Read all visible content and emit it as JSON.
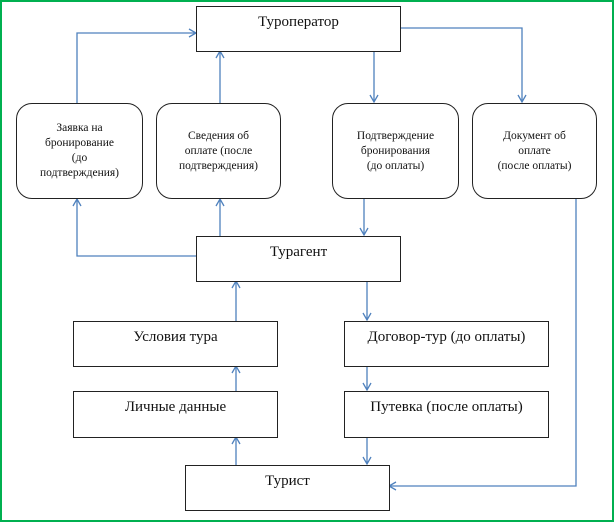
{
  "diagram": {
    "title": "",
    "colors": {
      "frame": "#00b050",
      "edge": "#4f81bd",
      "node_border": "#222222"
    },
    "nodes": {
      "touroperator": "Туроператор",
      "booking_request": "Заявка на\nбронирование\n(до\nподтверждения)",
      "payment_info": "Сведения об\nоплате  (после\nподтверждения)",
      "booking_confirmation": "Подтверждение\nбронирования\n(до оплаты)",
      "payment_document": "Документ об\nоплате\n(после оплаты)",
      "travel_agent": "Турагент",
      "tour_conditions": "Условия тура",
      "personal_data": "Личные данные",
      "tour_contract": "Договор-тур (до оплаты)",
      "voucher": "Путевка (после оплаты)",
      "tourist": "Турист"
    },
    "edges": [
      {
        "from": "booking_request",
        "to": "touroperator"
      },
      {
        "from": "payment_info",
        "to": "touroperator"
      },
      {
        "from": "touroperator",
        "to": "booking_confirmation"
      },
      {
        "from": "touroperator",
        "to": "payment_document"
      },
      {
        "from": "travel_agent",
        "to": "booking_request"
      },
      {
        "from": "travel_agent",
        "to": "payment_info"
      },
      {
        "from": "booking_confirmation",
        "to": "travel_agent"
      },
      {
        "from": "payment_document",
        "to": "tourist"
      },
      {
        "from": "tour_conditions",
        "to": "travel_agent"
      },
      {
        "from": "travel_agent",
        "to": "tour_contract"
      },
      {
        "from": "personal_data",
        "to": "tour_conditions"
      },
      {
        "from": "tour_contract",
        "to": "voucher"
      },
      {
        "from": "tourist",
        "to": "personal_data"
      },
      {
        "from": "voucher",
        "to": "tourist"
      }
    ]
  }
}
